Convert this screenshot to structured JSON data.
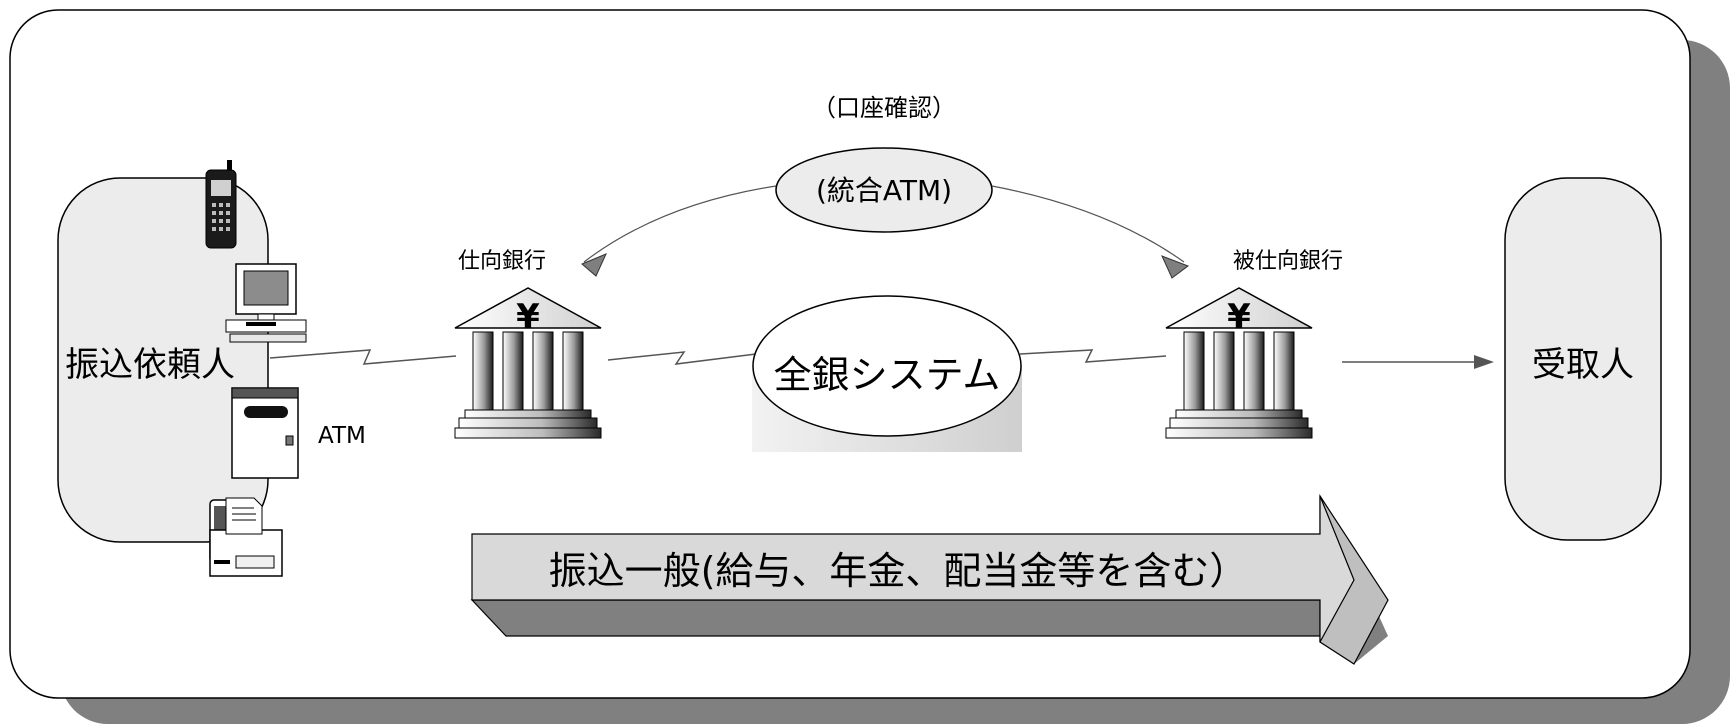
{
  "labels": {
    "requester": "振込依頼人",
    "recipient": "受取人",
    "atm": "ATM",
    "account_check": "（口座確認）",
    "integrated_atm": "(統合ATM)",
    "sending_bank": "仕向銀行",
    "receiving_bank": "被仕向銀行",
    "yen": "¥",
    "zengin_system": "全銀システム",
    "general_transfer": "振込一般(給与、年金、配当金等を含む）"
  },
  "colors": {
    "panel_shadow": "#808080",
    "arrow_face": "#d9d9d9",
    "arrow_side": "#bfbfbf",
    "arrow_shadow": "#808080",
    "box_fill": "#ececec"
  },
  "icons": [
    "mobile-phone-icon",
    "computer-icon",
    "atm-machine-icon",
    "fax-machine-icon",
    "bank-building-icon",
    "database-cylinder-icon"
  ]
}
